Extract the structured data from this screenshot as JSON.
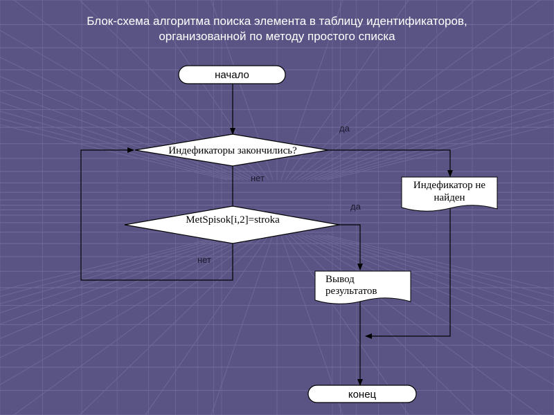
{
  "slide": {
    "title_line1": "Блок-схема алгоритма поиска элемента в таблицу идентификаторов,",
    "title_line2": "организованной по методу простого списка"
  },
  "flowchart": {
    "start": "начало",
    "decision1": "Индефикаторы закончились?",
    "decision1_yes": "да",
    "decision1_no": "нет",
    "not_found_line1": "Индефикатор не",
    "not_found_line2": "найден",
    "decision2": "MetSpisok[i,2]=stroka",
    "decision2_yes": "да",
    "decision2_no": "нет",
    "output_line1": "Вывод",
    "output_line2": "результатов",
    "end": "конец"
  },
  "colors": {
    "background": "#5a5485",
    "grid_line": "#6e6898",
    "shape_fill": "#ffffff",
    "stroke": "#000000"
  }
}
